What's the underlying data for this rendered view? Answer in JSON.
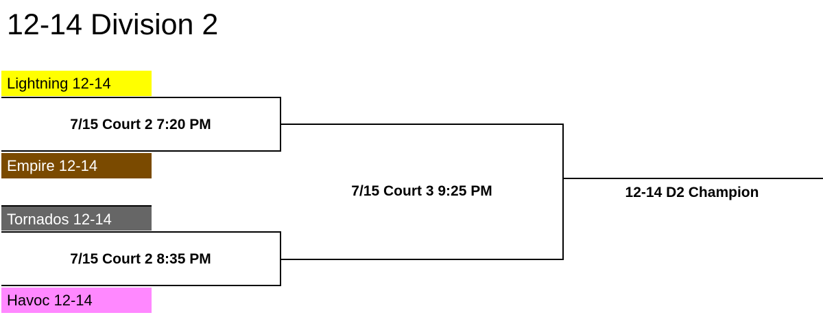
{
  "title": "12-14 Division 2",
  "teams": [
    {
      "label": "Lightning 12-14",
      "bg": "#ffff00",
      "fg": "#000000"
    },
    {
      "label": "Empire 12-14",
      "bg": "#7a4a00",
      "fg": "#ffffff"
    },
    {
      "label": "Tornados 12-14",
      "bg": "#666666",
      "fg": "#ffffff"
    },
    {
      "label": "Havoc 12-14",
      "bg": "#ff88ff",
      "fg": "#000000"
    }
  ],
  "games": {
    "semi_1": "7/15 Court 2 7:20 PM",
    "semi_2": "7/15 Court 2 8:35 PM",
    "final": "7/15 Court 3 9:25 PM"
  },
  "champion": "12-14 D2 Champion"
}
